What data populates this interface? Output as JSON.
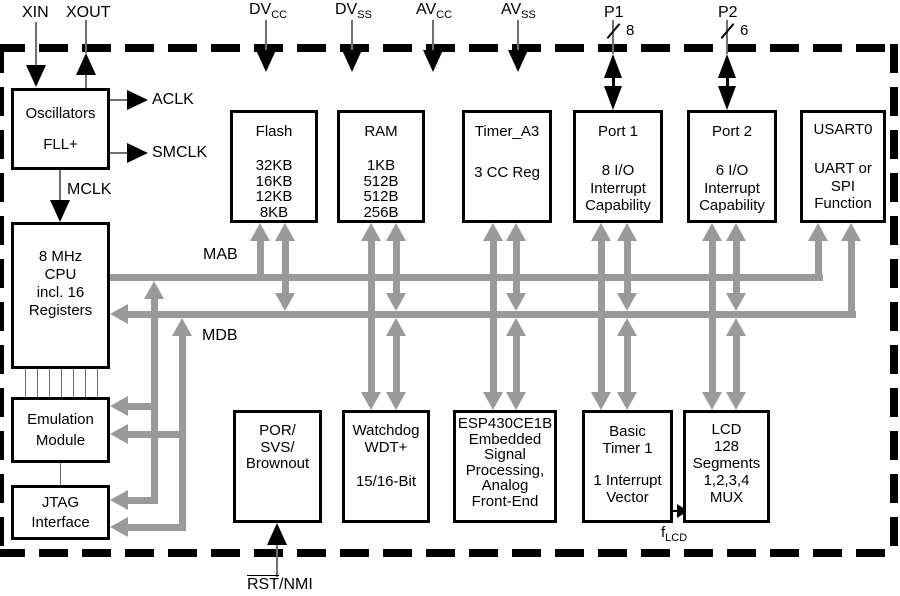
{
  "colors": {
    "bus": "#9a9a9a",
    "line": "#6f6f6f",
    "ink": "#000000"
  },
  "pins": {
    "xin": "XIN",
    "xout": "XOUT",
    "dvcc_main": "DV",
    "dvcc_sub": "CC",
    "dvss_main": "DV",
    "dvss_sub": "SS",
    "avcc_main": "AV",
    "avcc_sub": "CC",
    "avss_main": "AV",
    "avss_sub": "SS",
    "p1": "P1",
    "p1_width": "8",
    "p2": "P2",
    "p2_width": "6",
    "rst_overlined": "RST",
    "rst_rest": "/NMI"
  },
  "clocks": {
    "aclk": "ACLK",
    "smclk": "SMCLK",
    "mclk": "MCLK"
  },
  "buses": {
    "mab": "MAB",
    "mdb": "MDB"
  },
  "signals": {
    "flcd_main": "f",
    "flcd_sub": "LCD"
  },
  "blocks": {
    "oscillators": {
      "title": "Oscillators",
      "body": "FLL+"
    },
    "cpu": {
      "body": "8 MHz\nCPU\nincl. 16\nRegisters"
    },
    "emulation": {
      "body": "Emulation\nModule"
    },
    "jtag": {
      "body": "JTAG\nInterface"
    },
    "flash": {
      "title": "Flash",
      "body": "32KB\n16KB\n12KB\n8KB"
    },
    "ram": {
      "title": "RAM",
      "body": "1KB\n512B\n512B\n256B"
    },
    "timer_a3": {
      "title": "Timer_A3",
      "body": "3 CC Reg"
    },
    "port1": {
      "title": "Port 1",
      "body": "8 I/O\nInterrupt\nCapability"
    },
    "port2": {
      "title": "Port 2",
      "body": "6 I/O\nInterrupt\nCapability"
    },
    "usart0": {
      "title": "USART0",
      "body": "UART or\nSPI\nFunction"
    },
    "por": {
      "body": "POR/\nSVS/\nBrownout"
    },
    "watchdog": {
      "title": "Watchdog\nWDT+",
      "body": "15/16-Bit"
    },
    "esp430": {
      "body": "ESP430CE1B\nEmbedded\nSignal\nProcessing,\nAnalog\nFront-End"
    },
    "basic_timer1": {
      "title": "Basic\nTimer 1",
      "body": "1 Interrupt\nVector"
    },
    "lcd": {
      "body": "LCD\n128\nSegments\n1,2,3,4 MUX"
    }
  }
}
